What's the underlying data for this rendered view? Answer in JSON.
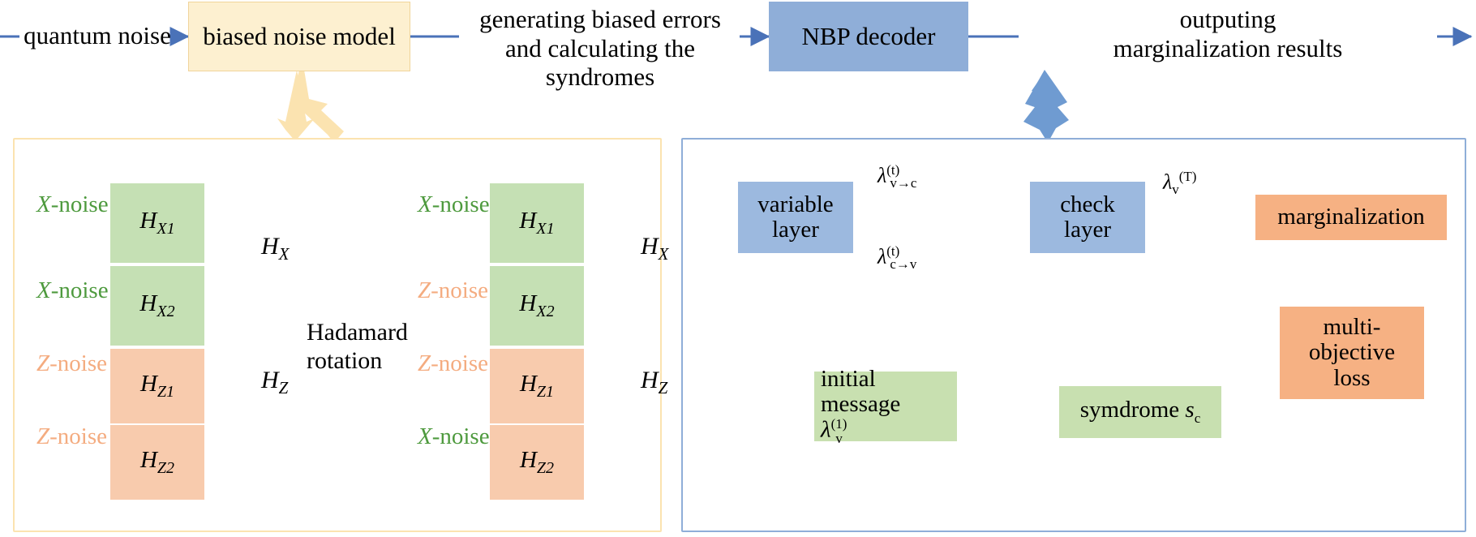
{
  "pipeline": {
    "input_label": "quantum noise",
    "noise_model_box": "biased noise model",
    "middle_label_line1": "generating biased errors",
    "middle_label_line2": "and calculating the syndromes",
    "decoder_box": "NBP decoder",
    "output_label_line1": "outputing",
    "output_label_line2": "marginalization results"
  },
  "left_panel": {
    "column1": {
      "rows": [
        {
          "noise": "X-noise",
          "noise_type": "X",
          "matrix_main": "H",
          "matrix_sub": "X1",
          "color": "green"
        },
        {
          "noise": "X-noise",
          "noise_type": "X",
          "matrix_main": "H",
          "matrix_sub": "X2",
          "color": "green"
        },
        {
          "noise": "Z-noise",
          "noise_type": "Z",
          "matrix_main": "H",
          "matrix_sub": "Z1",
          "color": "orange"
        },
        {
          "noise": "Z-noise",
          "noise_type": "Z",
          "matrix_main": "H",
          "matrix_sub": "Z2",
          "color": "orange"
        }
      ],
      "brace_top_label_main": "H",
      "brace_top_label_sub": "X",
      "brace_bottom_label_main": "H",
      "brace_bottom_label_sub": "Z"
    },
    "transform": {
      "line1": "Hadamard",
      "line2": "rotation"
    },
    "column2": {
      "rows": [
        {
          "noise": "X-noise",
          "noise_type": "X",
          "matrix_main": "H",
          "matrix_sub": "X1",
          "color": "green"
        },
        {
          "noise": "Z-noise",
          "noise_type": "Z",
          "matrix_main": "H",
          "matrix_sub": "X2",
          "color": "green"
        },
        {
          "noise": "Z-noise",
          "noise_type": "Z",
          "matrix_main": "H",
          "matrix_sub": "Z1",
          "color": "orange"
        },
        {
          "noise": "X-noise",
          "noise_type": "X",
          "matrix_main": "H",
          "matrix_sub": "Z2",
          "color": "orange"
        }
      ],
      "brace_top_label_main": "H",
      "brace_top_label_sub": "X",
      "brace_bottom_label_main": "H",
      "brace_bottom_label_sub": "Z"
    }
  },
  "right_panel": {
    "variable_layer_line1": "variable",
    "variable_layer_line2": "layer",
    "check_layer_line1": "check",
    "check_layer_line2": "layer",
    "marginalization": "marginalization",
    "loss_line1": "multi-",
    "loss_line2": "objective",
    "loss_line3": "loss",
    "initial_message_line1": "initial",
    "initial_message_line2_text": "message ",
    "initial_message_symbol": "λ",
    "initial_message_sup": "(1)",
    "initial_message_sub": "v",
    "syndrome_text": "symdrome ",
    "syndrome_symbol": "s",
    "syndrome_sub": "c",
    "msg_v_to_c": {
      "symbol": "λ",
      "sup": "(t)",
      "sub": "v→c"
    },
    "msg_c_to_v": {
      "symbol": "λ",
      "sup": "(t)",
      "sub": "c→v"
    },
    "msg_marginal": {
      "symbol": "λ",
      "sup": "(T)",
      "sub": "v"
    }
  },
  "colors": {
    "cream_fill": "#fdf0d0",
    "cream_border": "#fbe3b0",
    "blue_fill": "#8faed8",
    "blue_light": "#9cb9df",
    "green_fill": "#c5e0b4",
    "orange_fill": "#f8cbad",
    "orange_strong": "#f6b183",
    "green_soft": "#c8e0b0",
    "arrow_blue": "#4a72b8",
    "noise_x_green": "#4e9a3e",
    "noise_z_orange": "#f4ac80",
    "arrow_orange": "#e2620d",
    "brace_green": "#4e9a3e",
    "brace_orange": "#f8cbad"
  }
}
